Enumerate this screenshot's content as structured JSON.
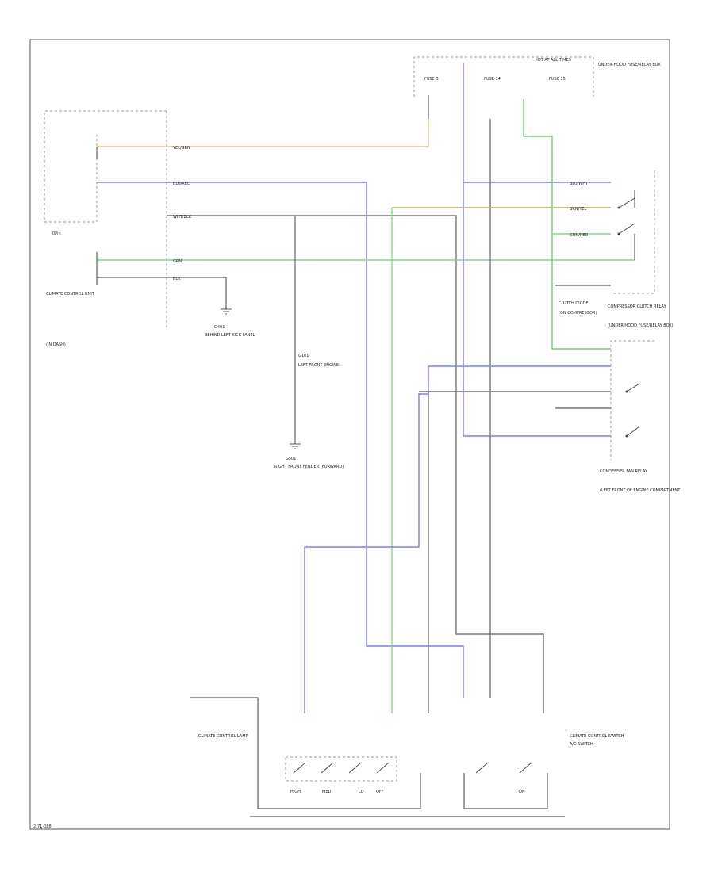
{
  "diagram": {
    "corner_code": "2-71-088",
    "components": {
      "control_unit": {
        "title": "CLIMATE CONTROL UNIT",
        "location": "(IN DASH)",
        "ref": "0Pin"
      },
      "underhood_fuse_box": {
        "title": "UNDER-HOOD FUSE/RELAY BOX",
        "fuses": [
          "FUSE 3",
          "FUSE 14",
          "FUSE 15"
        ],
        "hot": "HOT AT ALL TIMES"
      },
      "ground_a": {
        "label": "G401",
        "desc": "BEHIND LEFT KICK PANEL"
      },
      "ground_b": {
        "label": "G501",
        "desc": "RIGHT FRONT FENDER (FORWARD)"
      },
      "compressor_relay": {
        "title": "COMPRESSOR CLUTCH RELAY",
        "desc": "(UNDER-HOOD FUSE/RELAY BOX)"
      },
      "condenser_relay": {
        "title": "CONDENSER FAN RELAY",
        "desc": "(LEFT FRONT OF ENGINE COMPARTMENT)"
      },
      "clutch_diode": {
        "title": "CLUTCH DIODE",
        "desc": "(ON COMPRESSOR)"
      },
      "engine_ground": {
        "title": "G101",
        "desc": "LEFT FRONT ENGINE"
      },
      "blower_switch": {
        "title": "CLIMATE CONTROL SWITCH"
      },
      "ac_switch": {
        "title": "A/C SWITCH"
      },
      "lamp_label": {
        "title": "CLIMATE CONTROL LAMP"
      }
    },
    "wires": {
      "orange": {
        "label": "YEL/GRN",
        "color": "#f5b98a"
      },
      "blue_1": {
        "label": "BLU/RED",
        "color": "#7d7dff"
      },
      "gray": {
        "label": "WHT/BLK",
        "color": "#888888"
      },
      "green": {
        "label": "GRN",
        "color": "#7dde7d"
      },
      "black": {
        "label": "BLK",
        "color": "#555555"
      },
      "blue_2": {
        "label": "BLU/WHT",
        "color": "#7d7dff"
      },
      "olive": {
        "label": "BRN/YEL",
        "color": "#b8a35a"
      },
      "green_2": {
        "label": "GRN/RED",
        "color": "#6cd06c"
      }
    },
    "switch_positions": [
      "HIGH",
      "MED",
      "LO",
      "OFF",
      "ON"
    ]
  }
}
